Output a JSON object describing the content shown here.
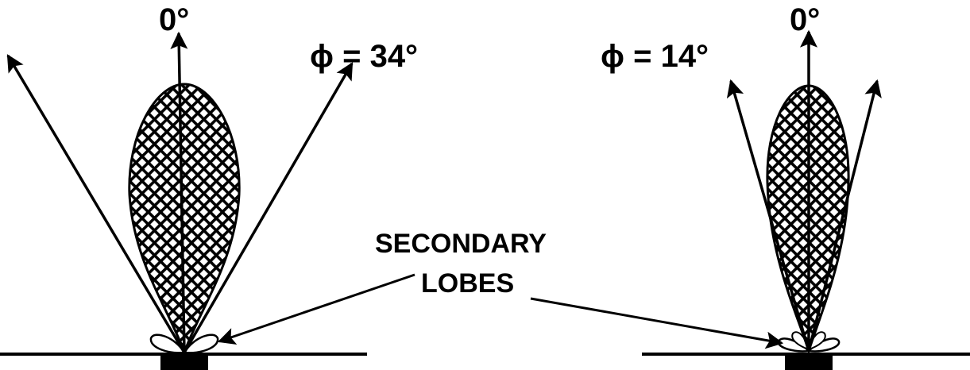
{
  "left_pattern": {
    "zero_label": "0°",
    "angle_label": "ϕ = 34°"
  },
  "right_pattern": {
    "zero_label": "0°",
    "angle_label": "ϕ = 14°"
  },
  "annotation": {
    "line1": "SECONDARY",
    "line2": "LOBES"
  },
  "colors": {
    "ink": "#000000",
    "background": "#ffffff"
  }
}
